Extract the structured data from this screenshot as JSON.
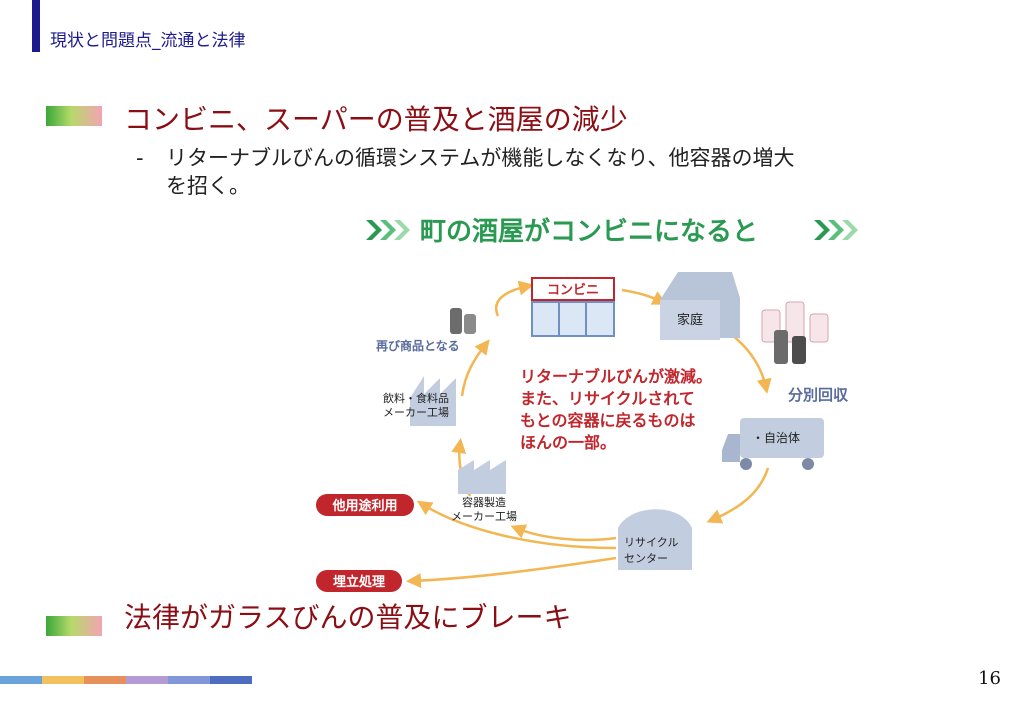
{
  "header": {
    "title": "現状と問題点_流通と法律"
  },
  "bullet1": {
    "heading": "コンビニ、スーパーの普及と酒屋の減少",
    "sub_dash": "-",
    "sub_line1": "リターナブルびんの循環システムが機能しなくなり、他容器の増大",
    "sub_line2": "を招く。"
  },
  "bullet2": {
    "heading": "法律がガラスびんの普及にブレーキ"
  },
  "diagram": {
    "title": "町の酒屋がコンビニになると",
    "convenience": "コンビニ",
    "home": "家庭",
    "sorting": "分別回収",
    "municipality": "・自治体",
    "recycle_center_line1": "リサイクル",
    "recycle_center_line2": "センター",
    "container_factory_line1": "容器製造",
    "container_factory_line2": "メーカー工場",
    "food_factory_line1": "飲料・食料品",
    "food_factory_line2": "メーカー工場",
    "again_product": "再び商品となる",
    "other_use": "他用途利用",
    "landfill": "埋立処理",
    "center_msg": [
      "リターナブルびんが激減。",
      "また、リサイクルされて",
      "もとの容器に戻るものは",
      "ほんの一部。"
    ],
    "colors": {
      "arrow": "#f2b653",
      "dark_red": "#c0262c",
      "title_green": "#2a9a52",
      "gray_blue": "#9aaccc"
    }
  },
  "footer": {
    "page_number": "16",
    "bar_colors": [
      "#6aa3dc",
      "#f1c15e",
      "#e7905c",
      "#b39bd3",
      "#8096d6",
      "#4e6cc0"
    ]
  }
}
